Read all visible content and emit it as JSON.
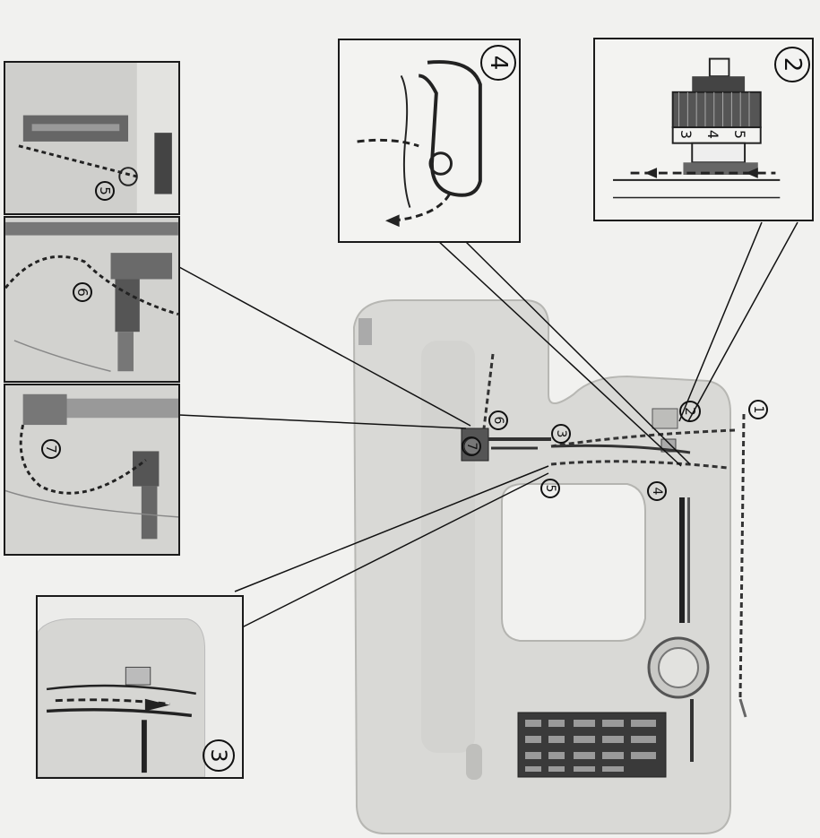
{
  "step_labels": {
    "s1": "1",
    "s2": "2",
    "s3": "3",
    "s4": "4",
    "s5": "5",
    "s6": "6",
    "s7": "7"
  },
  "tension_dial_numbers": [
    "3",
    "4",
    "5"
  ],
  "colors": {
    "page": "#f1f1ef",
    "machine_body": "#dcdcda",
    "machine_shadow": "#bdbdba",
    "thread": "#333333",
    "frame": "#1a1a1a"
  }
}
